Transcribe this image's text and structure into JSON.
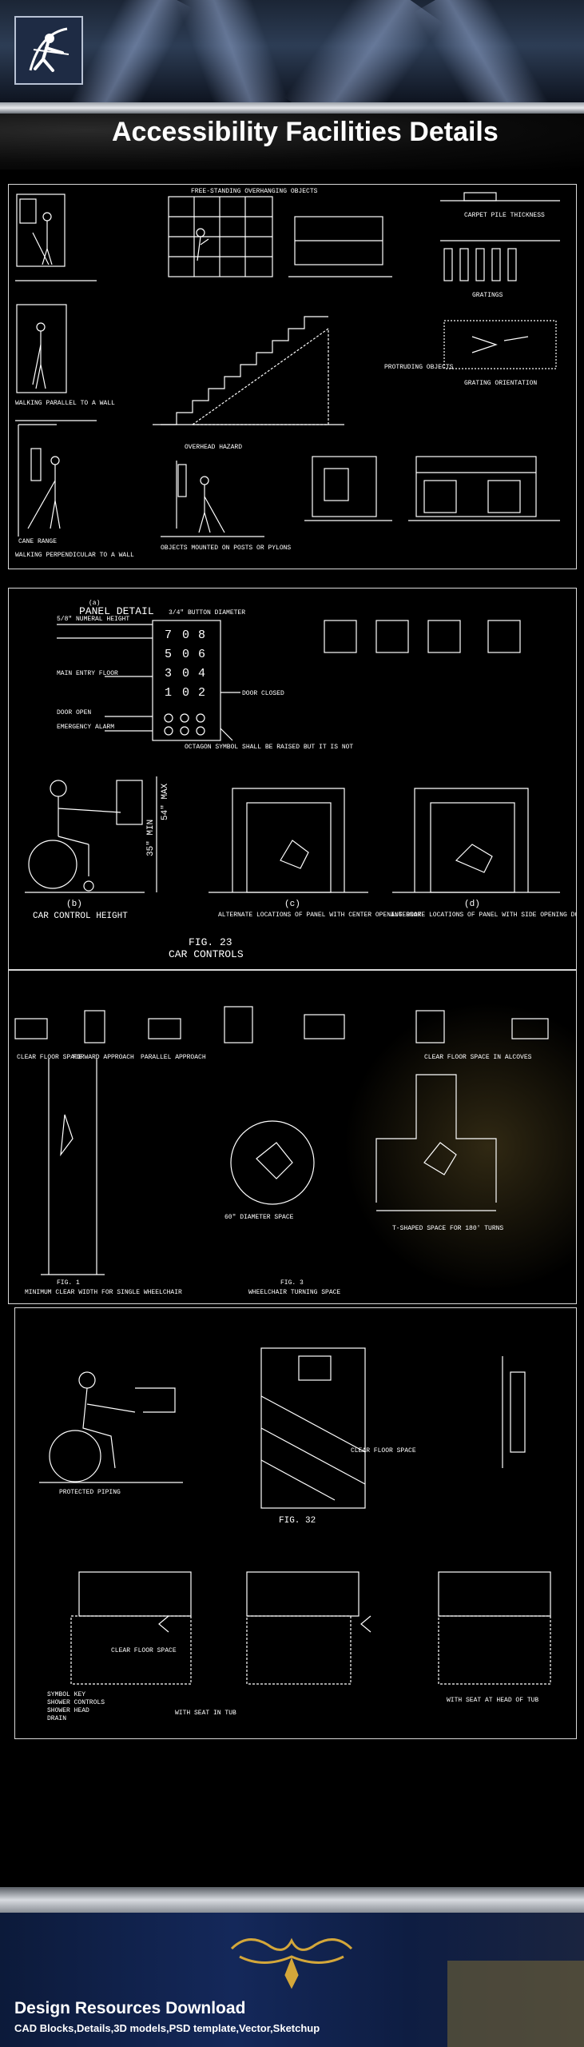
{
  "header": {
    "logo_icon": "archer-logo-icon"
  },
  "title": "Accessibility Facilities Details",
  "panel1": {
    "labels": [
      "FREE-STANDING OVERHANGING OBJECTS",
      "PROTRUDING OBJECTS",
      "OVERHEAD HAZARD",
      "OBJECTS MOUNTED ON POSTS OR PYLONS",
      "CARPET PILE THICKNESS",
      "GRATINGS",
      "GRATING ORIENTATION",
      "WALKING PARALLEL TO A WALL",
      "WALKING PERPENDICULAR TO A WALL",
      "CANE RANGE"
    ]
  },
  "panel2": {
    "panel_detail_label": "PANEL DETAIL",
    "panel_detail_letter": "(a)",
    "button_diameter": "3/4\" BUTTON DIAMETER",
    "numeral_height": "5/8\" NUMERAL HEIGHT",
    "main_entry_floor": "MAIN ENTRY FLOOR",
    "door_open": "DOOR OPEN",
    "emergency_alarm": "EMERGENCY ALARM",
    "door_closed": "DOOR CLOSED",
    "octagon_note": "OCTAGON SYMBOL SHALL BE RAISED BUT IT IS NOT",
    "rows": [
      [
        "7",
        "0",
        "8"
      ],
      [
        "5",
        "0",
        "6"
      ],
      [
        "3",
        "0",
        "4"
      ],
      [
        "1",
        "0",
        "2"
      ]
    ],
    "symbol_icons": [
      "wheelchair-symbol-icon",
      "tactile-grid-icon",
      "braille-dots-icon",
      "hearing-symbol-icon"
    ],
    "dim_min": "35\" MIN",
    "dim_max": "54\" MAX",
    "caption_b_letter": "(b)",
    "caption_b": "CAR CONTROL HEIGHT",
    "caption_c_letter": "(c)",
    "caption_c": "ALTERNATE LOCATIONS OF PANEL WITH CENTER OPENING DOOR",
    "caption_d_letter": "(d)",
    "caption_d": "ALTERNATE LOCATIONS OF PANEL WITH SIDE OPENING DOOR",
    "fig_label": "FIG. 23",
    "fig_title": "CAR CONTROLS"
  },
  "panel3": {
    "captions_top": [
      "CLEAR FLOOR SPACE",
      "FORWARD APPROACH",
      "PARALLEL APPROACH",
      "CLEAR FLOOR SPACE IN ALCOVES"
    ],
    "fig1_label": "FIG. 1",
    "fig1_caption": "MINIMUM CLEAR WIDTH FOR SINGLE WHEELCHAIR",
    "fig3_label": "FIG. 3",
    "fig3_caption": "WHEELCHAIR TURNING SPACE",
    "diameter_caption": "60\" DIAMETER SPACE",
    "t_caption": "T-SHAPED SPACE FOR 180' TURNS"
  },
  "panel4": {
    "fig_label": "FIG. 32",
    "clear_floor_space": "CLEAR FLOOR SPACE",
    "protected_pipes": "PROTECTED PIPING",
    "symbol_key": "SYMBOL KEY",
    "key_items": [
      "SHOWER CONTROLS",
      "SHOWER HEAD",
      "DRAIN"
    ],
    "caption_a": "WITH SEAT IN TUB",
    "caption_b": "WITH SEAT AT HEAD OF TUB",
    "clear_label": "CLEAR FLOOR SPACE"
  },
  "footer": {
    "title": "Design Resources Download",
    "subtitle": "CAD Blocks,Details,3D models,PSD template,Vector,Sketchup",
    "ornament_icon": "gold-ornament-icon"
  }
}
